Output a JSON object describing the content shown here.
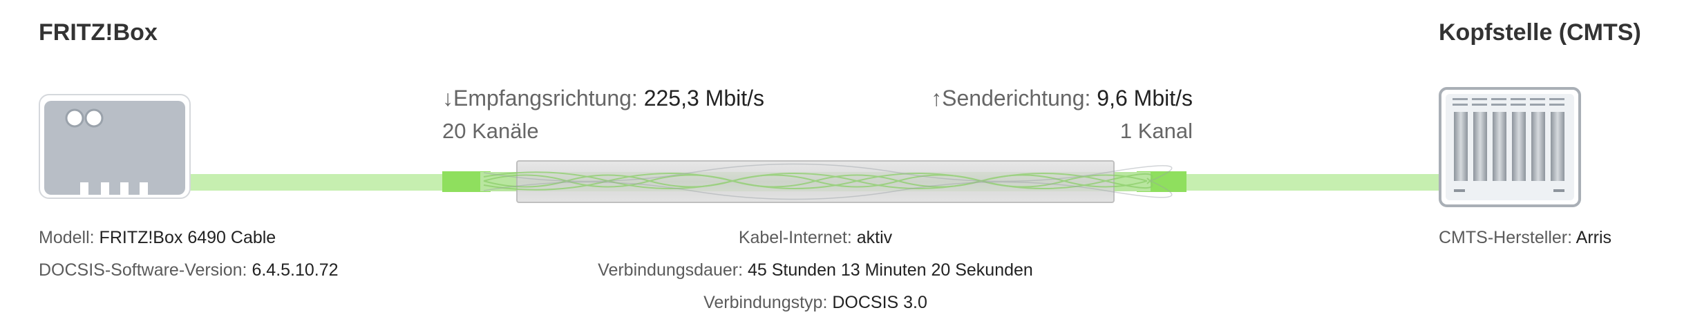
{
  "left_device": {
    "title": "FRITZ!Box",
    "icon": "router-icon",
    "model_label": "Modell:",
    "model_value": "FRITZ!Box 6490 Cable",
    "docsis_label": "DOCSIS-Software-Version:",
    "docsis_value": "6.4.5.10.72"
  },
  "right_device": {
    "title": "Kopfstelle (CMTS)",
    "icon": "cmts-server-icon",
    "vendor_label": "CMTS-Hersteller:",
    "vendor_value": "Arris"
  },
  "downstream": {
    "arrow": "↓",
    "label": "Empfangsrichtung:",
    "rate": "225,3 Mbit/s",
    "channels": "20 Kanäle"
  },
  "upstream": {
    "arrow": "↑",
    "label": "Senderichtung:",
    "rate": "9,6 Mbit/s",
    "channels": "1 Kanal"
  },
  "connection": {
    "status_label": "Kabel-Internet:",
    "status_value": "aktiv",
    "duration_label": "Verbindungsdauer:",
    "duration_value": "45 Stunden 13 Minuten 20 Sekunden",
    "type_label": "Verbindungstyp:",
    "type_value": "DOCSIS 3.0"
  },
  "colors": {
    "cable_light": "#c6efb0",
    "cable_active": "#8fdf5e",
    "device_gray": "#b8bec6"
  }
}
